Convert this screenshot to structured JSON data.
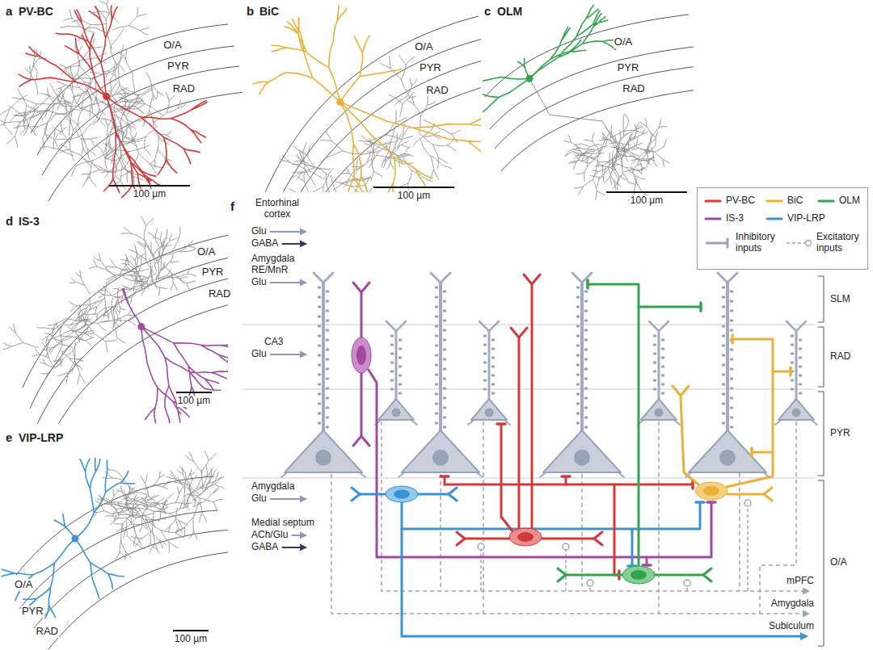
{
  "diagram": {
    "labels": [
      "a",
      "PV-BC",
      "O/A",
      "PYR",
      "RAD",
      "100 µm",
      "b",
      "BiC",
      "O/A",
      "PYR",
      "RAD",
      "100 µm",
      "c",
      "OLM",
      "O/A",
      "PYR",
      "RAD",
      "100 µm",
      "d",
      "IS-3",
      "O/A",
      "PYR",
      "RAD",
      "100 µm",
      "e",
      "VIP-LRP",
      "O/A",
      "PYR",
      "RAD",
      "100 µm",
      "f",
      "Entorhinal cortex",
      "Glu",
      "GABA",
      "Amygdala",
      "RE/MnR",
      "Glu",
      "CA3",
      "Glu",
      "SLM",
      "RAD",
      "PYR",
      "O/A",
      "Amygdala",
      "Glu",
      "Medial septum",
      "ACh/Glu",
      "GABA",
      "mPFC",
      "Amygdala",
      "Subiculum"
    ],
    "legend": [
      {
        "text": "PV-BC",
        "color": "#cf3a3c"
      },
      {
        "text": "BiC",
        "color": "#e9b13a"
      },
      {
        "text": "OLM",
        "color": "#35a24f"
      },
      {
        "text": "IS-3",
        "color": "#a04aa0"
      },
      {
        "text": "VIP-LRP",
        "color": "#3b92d4"
      },
      {
        "text": "Inhibitory inputs"
      },
      {
        "text": "Excitatory inputs"
      }
    ]
  }
}
